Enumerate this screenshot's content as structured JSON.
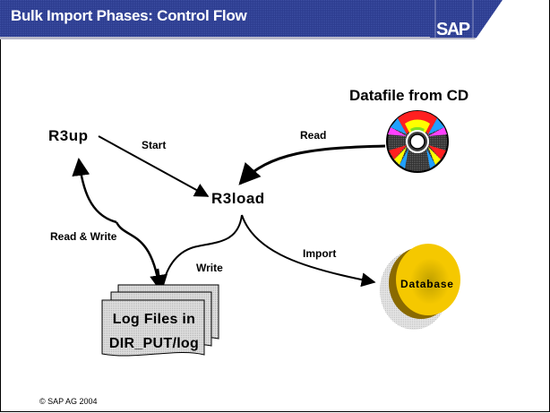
{
  "slide": {
    "title": "Bulk Import Phases: Control Flow",
    "brand": "SAP",
    "footer": "© SAP AG 2004",
    "colors": {
      "header_bg": "#2c3c8f",
      "database_yellow": "#f5c800",
      "log_fill": "#d4d4d4"
    }
  },
  "diagram": {
    "nodes": {
      "r3up": "R3up",
      "r3load": "R3load",
      "cd_title": "Datafile from CD",
      "log_files_line1": "Log Files in",
      "log_files_line2": "DIR_PUT/log",
      "database": "Database"
    },
    "edges": [
      {
        "from": "R3up",
        "to": "R3load",
        "label": "Start"
      },
      {
        "from": "Datafile from CD",
        "to": "R3load",
        "label": "Read"
      },
      {
        "from": "Log Files",
        "to": "R3up",
        "label": "Read & Write"
      },
      {
        "from": "R3load",
        "to": "Log Files",
        "label": "Write"
      },
      {
        "from": "R3load",
        "to": "Database",
        "label": "Import"
      }
    ],
    "icons": [
      "cd-icon",
      "database-icon",
      "log-files-icon"
    ]
  }
}
